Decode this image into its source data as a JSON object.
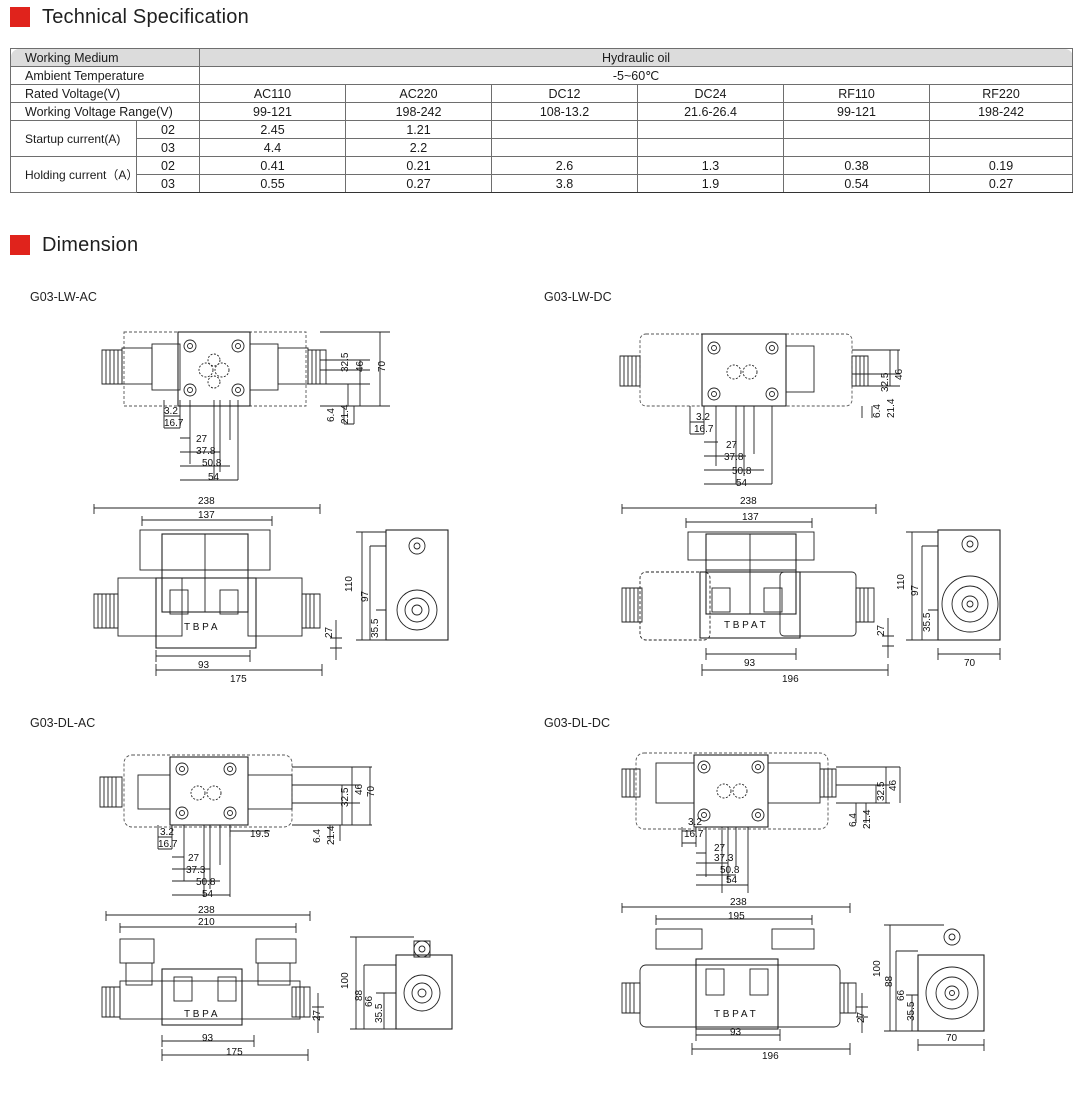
{
  "sections": {
    "spec_title": "Technical Specification",
    "dim_title": "Dimension"
  },
  "spec": {
    "working_medium": {
      "label": "Working Medium",
      "value": "Hydraulic  oil"
    },
    "ambient": {
      "label": "Ambient Temperature",
      "value": "-5~60℃"
    },
    "rated": {
      "label": "Rated Voltage(V)",
      "values": [
        "AC110",
        "AC220",
        "DC12",
        "DC24",
        "RF110",
        "RF220"
      ]
    },
    "range": {
      "label": "Working Voltage Range(V)",
      "values": [
        "99-121",
        "198-242",
        "108-13.2",
        "21.6-26.4",
        "99-121",
        "198-242"
      ]
    },
    "startup": {
      "label": "Startup current(A)",
      "rows": [
        {
          "size": "02",
          "values": [
            "2.45",
            "1.21",
            "",
            "",
            "",
            ""
          ]
        },
        {
          "size": "03",
          "values": [
            "4.4",
            "2.2",
            "",
            "",
            "",
            ""
          ]
        }
      ]
    },
    "holding": {
      "label": "Holding current（A）",
      "rows": [
        {
          "size": "02",
          "values": [
            "0.41",
            "0.21",
            "2.6",
            "1.3",
            "0.38",
            "0.19"
          ]
        },
        {
          "size": "03",
          "values": [
            "0.55",
            "0.27",
            "3.8",
            "1.9",
            "0.54",
            "0.27"
          ]
        }
      ]
    }
  },
  "drawings": {
    "lw_ac": {
      "title": "G03-LW-AC",
      "top_dims": [
        "32.5",
        "46",
        "70",
        "6.4",
        "21.4",
        "3.2",
        "16.7",
        "27",
        "37.8",
        "50.8",
        "54"
      ],
      "front_dims": [
        "238",
        "137",
        "110",
        "97",
        "35.5",
        "27",
        "93",
        "175"
      ],
      "ports": "T  B  P  A"
    },
    "lw_dc": {
      "title": "G03-LW-DC",
      "top_dims": [
        "32.5",
        "46",
        "6.4",
        "21.4",
        "3.2",
        "16.7",
        "27",
        "37.8",
        "50.8",
        "54"
      ],
      "front_dims": [
        "238",
        "137",
        "110",
        "97",
        "35.5",
        "27",
        "93",
        "196",
        "70"
      ],
      "ports": "T  B  P  A  T"
    },
    "dl_ac": {
      "title": "G03-DL-AC",
      "top_dims": [
        "32.5",
        "46",
        "70",
        "6.4",
        "21.4",
        "19.5",
        "3.2",
        "16.7",
        "27",
        "37.3",
        "50.8",
        "54"
      ],
      "front_dims": [
        "238",
        "210",
        "100",
        "88",
        "66",
        "35.5",
        "27",
        "93",
        "175"
      ],
      "ports": "T  B  P  A"
    },
    "dl_dc": {
      "title": "G03-DL-DC",
      "top_dims": [
        "32.5",
        "46",
        "6.4",
        "21.4",
        "3.2",
        "16.7",
        "27",
        "37.3",
        "50.8",
        "54"
      ],
      "front_dims": [
        "238",
        "195",
        "100",
        "88",
        "66",
        "35.5",
        "27",
        "93",
        "196",
        "70"
      ],
      "ports": "T  B  P  A  T"
    }
  }
}
